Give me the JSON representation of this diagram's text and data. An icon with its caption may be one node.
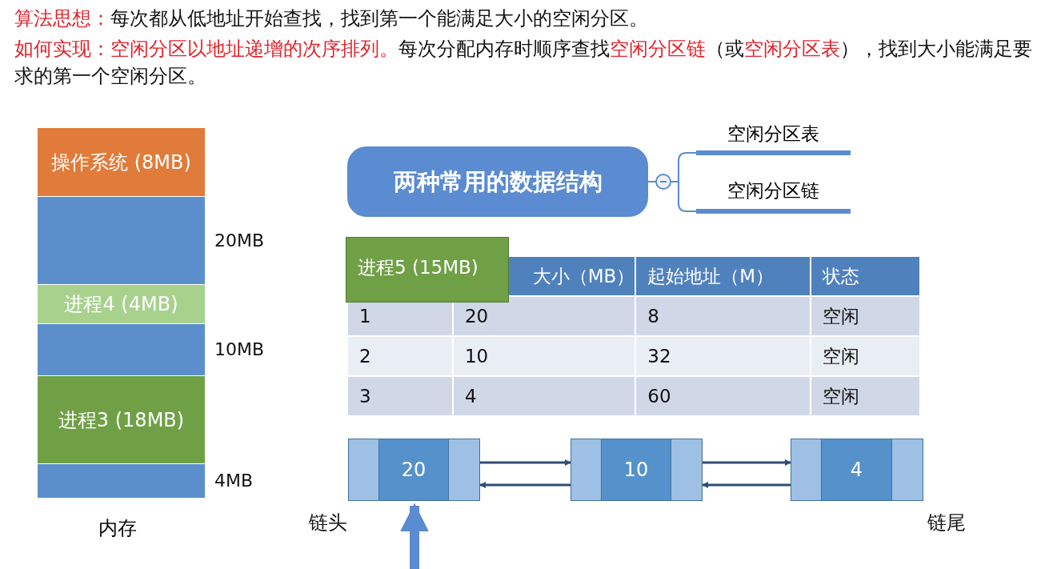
{
  "diagram": {
    "nodes": [
      {
        "text": [
          "内存"
        ]
      },
      {
        "text": [
          "操作系统 (8MB)"
        ],
        "in": 0
      },
      {
        "text": [],
        "shape": "box",
        "in": 0,
        "beside": [
          "20MB"
        ]
      },
      {
        "text": [
          "进程4 (4MB)"
        ],
        "in": 0
      },
      {
        "text": [],
        "shape": "box",
        "in": 0,
        "beside": [
          "10MB"
        ]
      },
      {
        "text": [
          "进程3 (18MB)"
        ],
        "in": 0
      },
      {
        "text": [],
        "shape": "box",
        "in": 0,
        "beside": [
          "4MB"
        ]
      },
      {
        "text": [
          "两种常用的数据结构"
        ]
      },
      {
        "text": [
          "空闲分区表"
        ]
      },
      {
        "text": [
          "空闲分区链"
        ]
      },
      {
        "text": [
          "进程5 (15MB)"
        ]
      },
      {
        "text": [
          "20"
        ],
        "beside": [
          "链头"
        ]
      },
      {
        "text": [
          "10"
        ]
      },
      {
        "text": [
          "4"
        ],
        "beside": [
          "链尾"
        ]
      }
    ],
    "edges": [
      {
        "from": 7,
        "to": 8,
        "arrow": "none",
        "color": "#5b8bd0"
      },
      {
        "from": 7,
        "to": 9,
        "arrow": "none",
        "color": "#5b8bd0"
      },
      {
        "from": 11,
        "to": 12,
        "arrow": "to"
      },
      {
        "from": 12,
        "to": 11,
        "arrow": "to"
      },
      {
        "from": 12,
        "to": 13,
        "arrow": "to"
      },
      {
        "from": 13,
        "to": 12,
        "arrow": "to"
      },
      {
        "from": null,
        "to": 11,
        "arrow": "to",
        "style": "thick",
        "color": "#5b8bd0"
      }
    ],
    "labels": [
      "算法思想：",
      "每次都从低地址开始查找，找到第一个能满足大小的空闲分区。",
      "如何实现：空闲分区以地址递增的次序排列。",
      "每次分配内存时顺序查找",
      "空闲分区链",
      "（或",
      "空闲分区表",
      "），找到大小能满足要求的第一个空闲分区。",
      "大小（MB）",
      "起始地址（M）",
      "状态",
      "1",
      "20",
      "8",
      "空闲",
      "2",
      "10",
      "32",
      "空闲",
      "3",
      "4",
      "60",
      "空闲"
    ]
  }
}
